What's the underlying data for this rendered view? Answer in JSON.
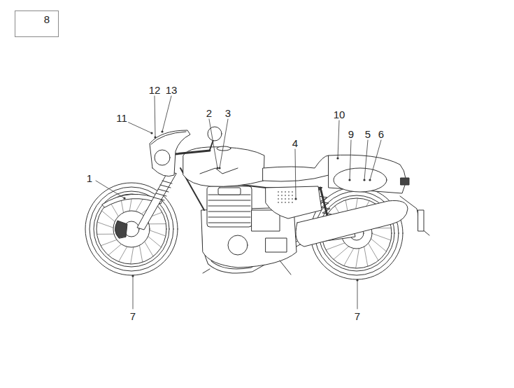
{
  "diagram": {
    "nodes": [
      {
        "text": [
          "8"
        ]
      }
    ],
    "labels": [
      "12",
      "13",
      "11",
      "2",
      "3",
      "10",
      "9",
      "5",
      "6",
      "4",
      "1",
      "7",
      "7"
    ]
  }
}
